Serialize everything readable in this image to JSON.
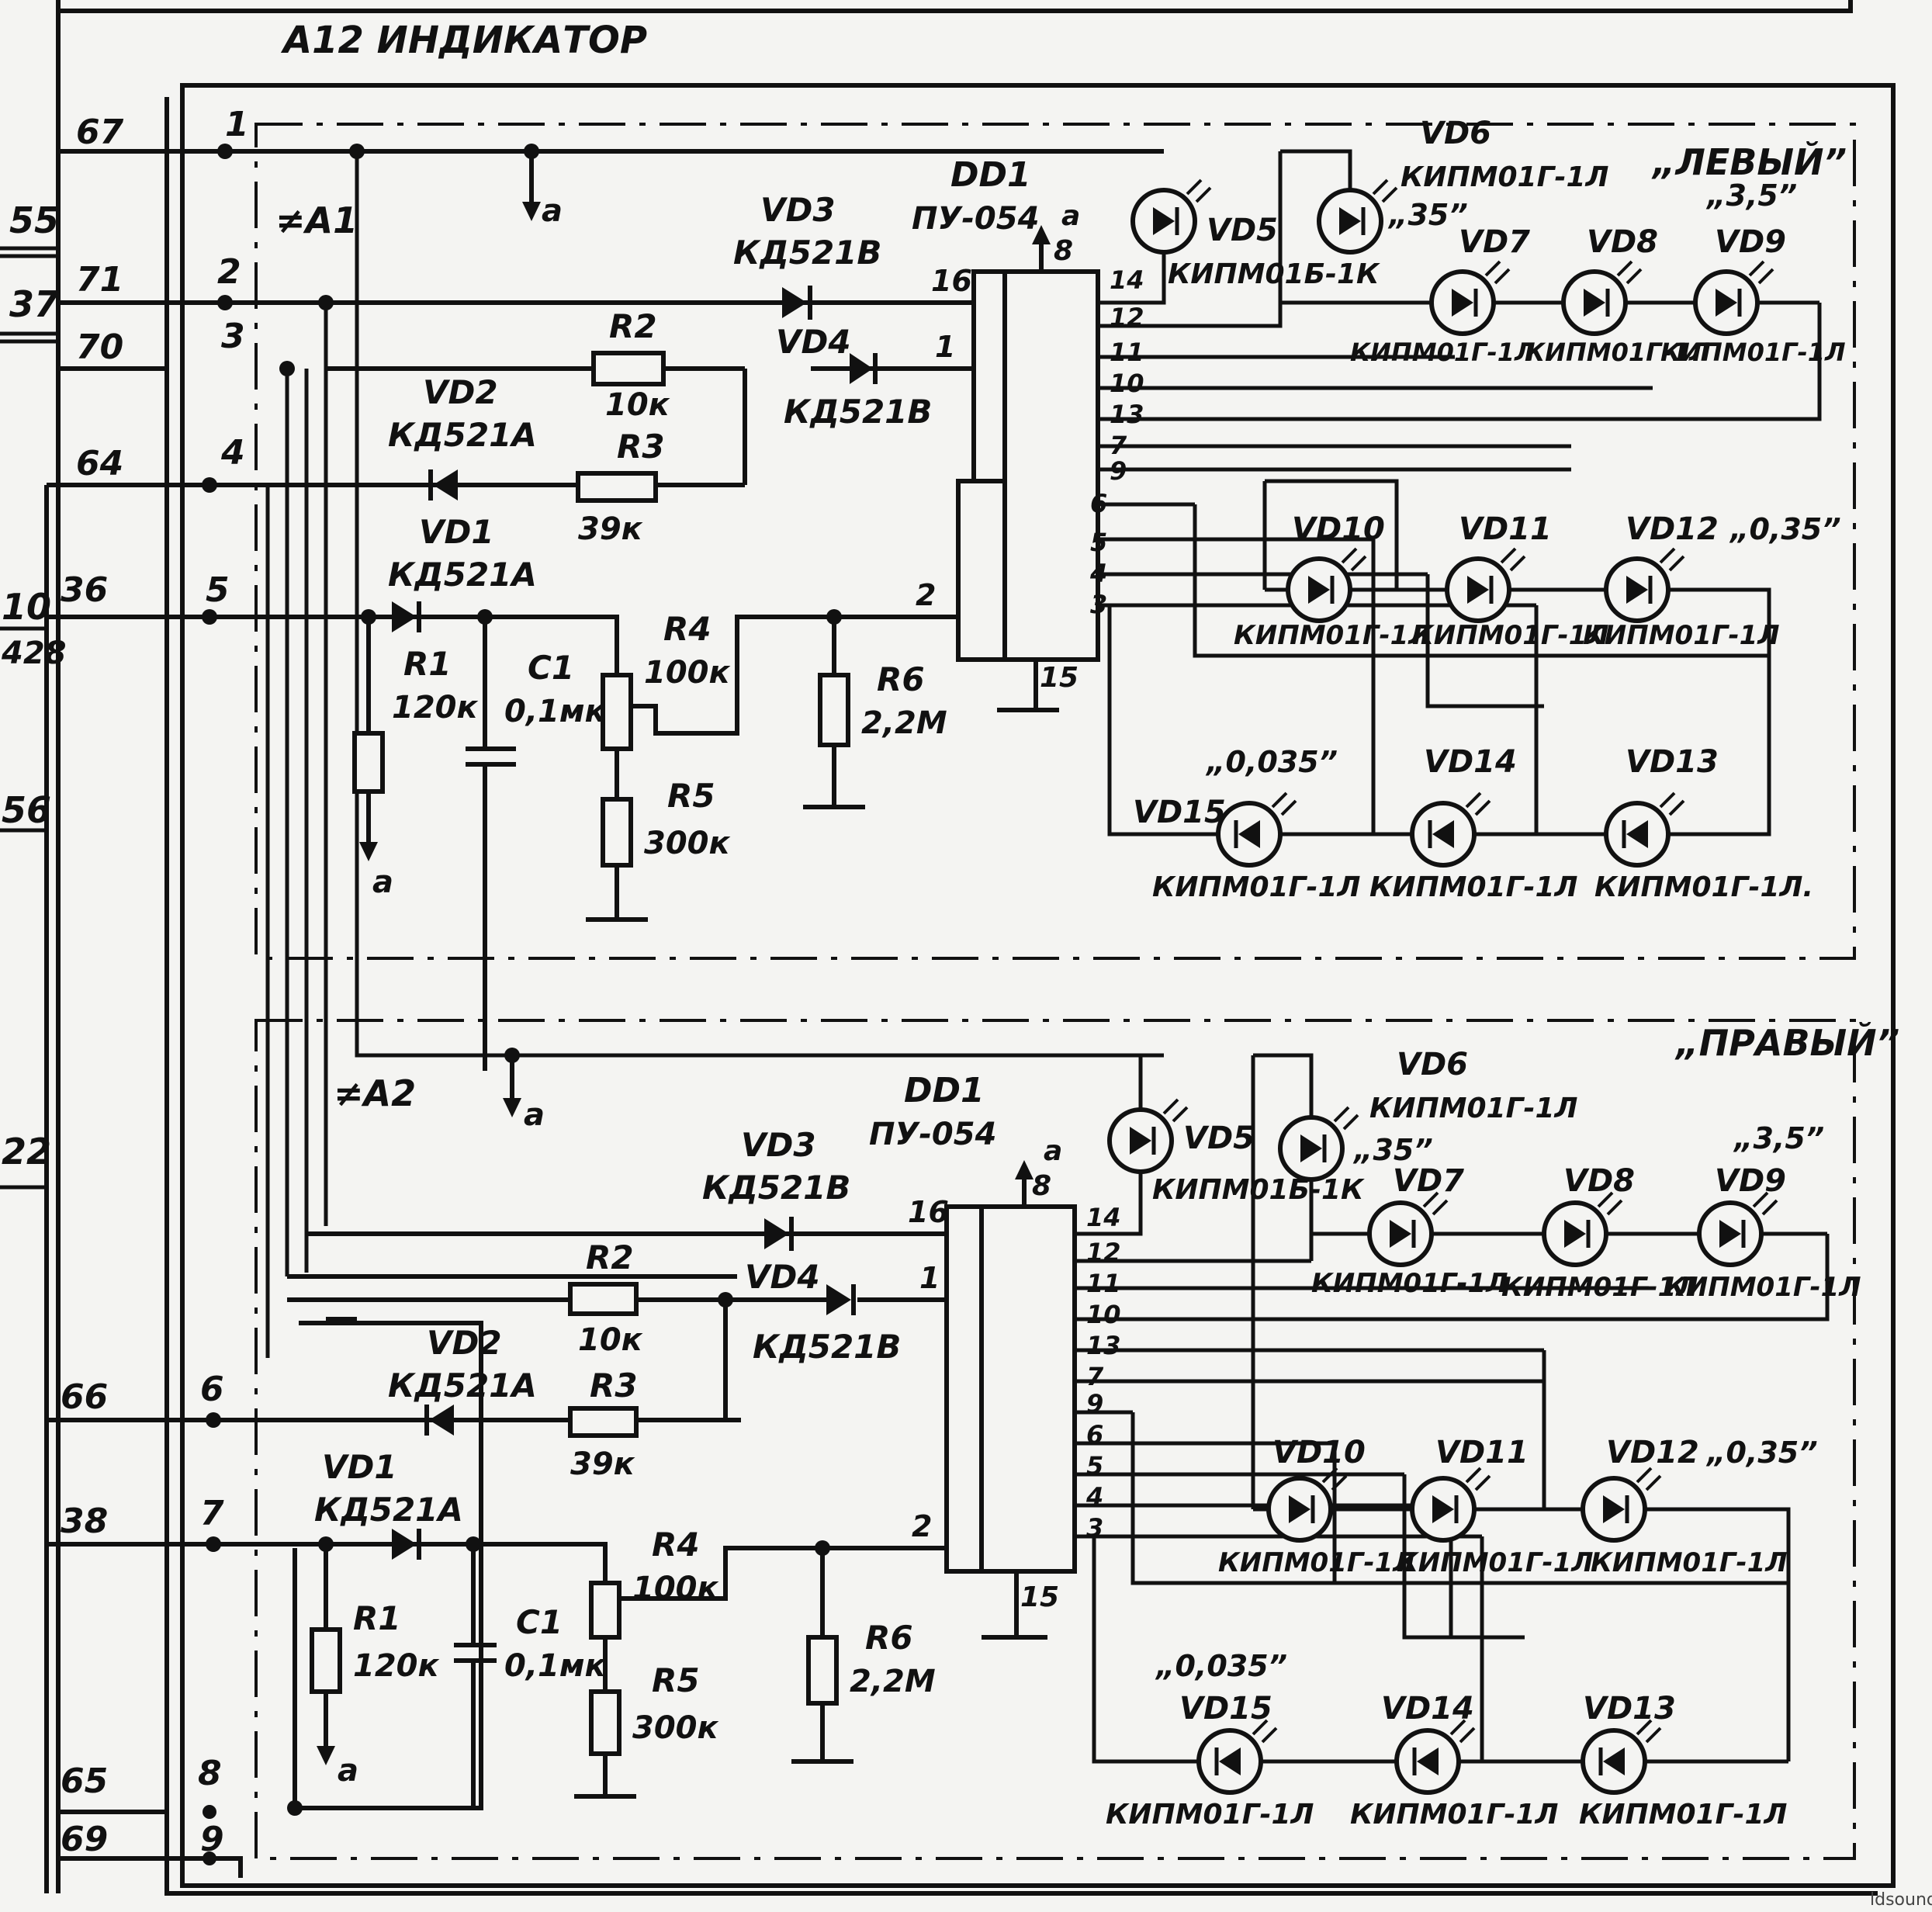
{
  "title": "A12 ИНДИКАТОР",
  "credit": "ldsound.ru",
  "edge_labels": [
    "55",
    "37",
    "10",
    "428",
    "56",
    "22"
  ],
  "terminals": [
    {
      "num": "67",
      "pin": "1"
    },
    {
      "num": "71",
      "pin": "2"
    },
    {
      "num": "70",
      "pin": "3"
    },
    {
      "num": "64",
      "pin": "4"
    },
    {
      "num": "36",
      "pin": "5"
    },
    {
      "num": "66",
      "pin": "6"
    },
    {
      "num": "38",
      "pin": "7"
    },
    {
      "num": "65",
      "pin": "8"
    },
    {
      "num": "69",
      "pin": "9"
    }
  ],
  "ground_label": "a",
  "boards": [
    {
      "name": "≠A1",
      "channel": "„ЛЕВЫЙ”",
      "dd1": {
        "ref": "DD1",
        "type": "ПУ-054",
        "pins": [
          "16",
          "1",
          "2",
          "14",
          "12",
          "11",
          "10",
          "13",
          "7",
          "9",
          "6",
          "5",
          "4",
          "3",
          "15",
          "8"
        ]
      },
      "parts": {
        "vd1": {
          "ref": "VD1",
          "type": "КД521А"
        },
        "vd2": {
          "ref": "VD2",
          "type": "КД521А"
        },
        "vd3": {
          "ref": "VD3",
          "type": "КД521В"
        },
        "vd4": {
          "ref": "VD4",
          "type": "КД521В"
        },
        "r1": {
          "ref": "R1",
          "val": "120к"
        },
        "r2": {
          "ref": "R2",
          "val": "10к"
        },
        "r3": {
          "ref": "R3",
          "val": "39к"
        },
        "r4": {
          "ref": "R4",
          "val": "100к"
        },
        "r5": {
          "ref": "R5",
          "val": "300к"
        },
        "r6": {
          "ref": "R6",
          "val": "2,2М"
        },
        "c1": {
          "ref": "C1",
          "val": "0,1мк"
        }
      },
      "leds": {
        "vd5": {
          "ref": "VD5",
          "type": "КИПМ01Б-1К"
        },
        "vd6": {
          "ref": "VD6",
          "type": "КИПМ01Г-1Л",
          "note": "„35”"
        },
        "vd7": {
          "ref": "VD7",
          "type": "КИПМ01Г-1Л"
        },
        "vd8": {
          "ref": "VD8",
          "type": "КИПМ01Г-1Л"
        },
        "vd9": {
          "ref": "VD9",
          "type": "КИПМ01Г-1Л",
          "note": "„3,5”"
        },
        "vd10": {
          "ref": "VD10",
          "type": "КИПМ01Г-1Л"
        },
        "vd11": {
          "ref": "VD11",
          "type": "КИПМ01Г-1Л"
        },
        "vd12": {
          "ref": "VD12",
          "type": "КИПМ01Г-1Л",
          "note": "„0,35”"
        },
        "vd13": {
          "ref": "VD13",
          "type": "КИПМ01Г-1Л."
        },
        "vd14": {
          "ref": "VD14",
          "type": "КИПМ01Г-1Л"
        },
        "vd15": {
          "ref": "VD15",
          "type": "КИПМ01Г-1Л",
          "note": "„0,035”"
        }
      }
    },
    {
      "name": "≠A2",
      "channel": "„ПРАВЫЙ”",
      "dd1": {
        "ref": "DD1",
        "type": "ПУ-054",
        "pins": [
          "16",
          "1",
          "2",
          "14",
          "12",
          "11",
          "10",
          "13",
          "7",
          "9",
          "6",
          "5",
          "4",
          "3",
          "15",
          "8"
        ]
      },
      "parts": {
        "vd1": {
          "ref": "VD1",
          "type": "КД521А"
        },
        "vd2": {
          "ref": "VD2",
          "type": "КД521А"
        },
        "vd3": {
          "ref": "VD3",
          "type": "КД521В"
        },
        "vd4": {
          "ref": "VD4",
          "type": "КД521В"
        },
        "r1": {
          "ref": "R1",
          "val": "120к"
        },
        "r2": {
          "ref": "R2",
          "val": "10к"
        },
        "r3": {
          "ref": "R3",
          "val": "39к"
        },
        "r4": {
          "ref": "R4",
          "val": "100к"
        },
        "r5": {
          "ref": "R5",
          "val": "300к"
        },
        "r6": {
          "ref": "R6",
          "val": "2,2М"
        },
        "c1": {
          "ref": "C1",
          "val": "0,1мк"
        }
      },
      "leds": {
        "vd5": {
          "ref": "VD5",
          "type": "КИПМ01Б-1К"
        },
        "vd6": {
          "ref": "VD6",
          "type": "КИПМ01Г-1Л",
          "note": "„35”"
        },
        "vd7": {
          "ref": "VD7",
          "type": "КИПМ01Г-1Л"
        },
        "vd8": {
          "ref": "VD8",
          "type": "КИПМ01Г-1Л"
        },
        "vd9": {
          "ref": "VD9",
          "type": "КИПМ01Г-1Л",
          "note": "„3,5”"
        },
        "vd10": {
          "ref": "VD10",
          "type": "КИПМ01Г-1Л"
        },
        "vd11": {
          "ref": "VD11",
          "type": "КИПМ01Г-1Л"
        },
        "vd12": {
          "ref": "VD12",
          "type": "КИПМ01Г-1Л",
          "note": "„0,35”"
        },
        "vd13": {
          "ref": "VD13",
          "type": "КИПМ01Г-1Л"
        },
        "vd14": {
          "ref": "VD14",
          "type": "КИПМ01Г-1Л"
        },
        "vd15": {
          "ref": "VD15",
          "type": "КИПМ01Г-1Л",
          "note": "„0,035”"
        }
      }
    }
  ]
}
